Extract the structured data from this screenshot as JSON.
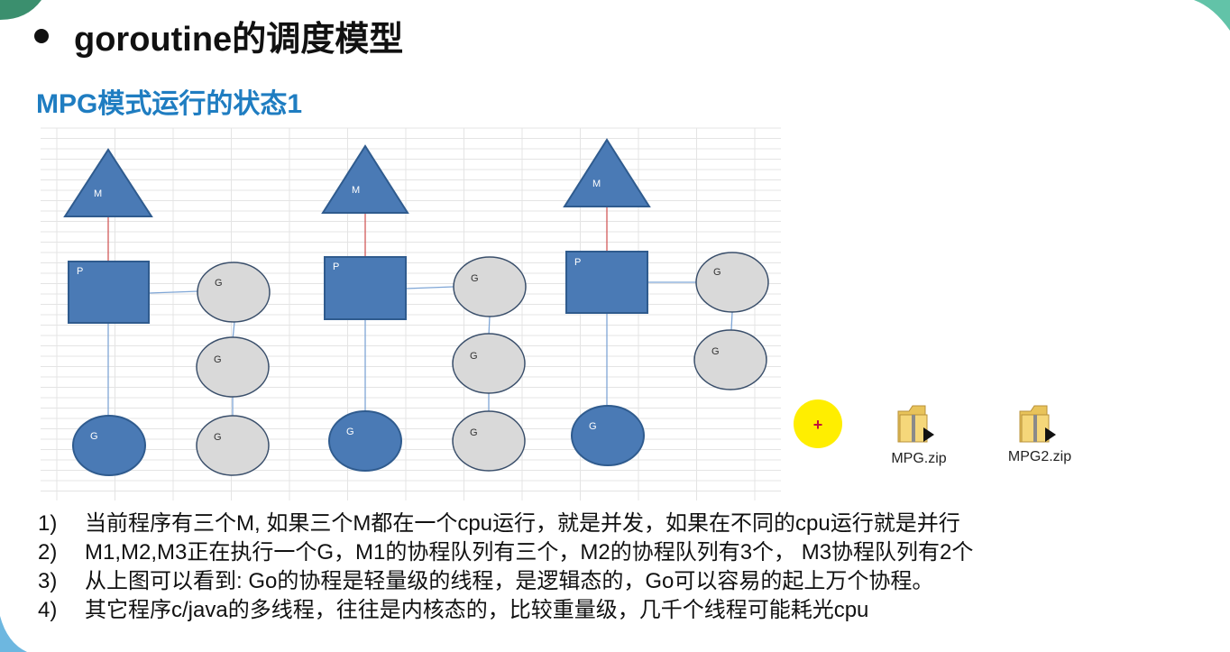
{
  "title": "goroutine的调度模型",
  "subtitle": "MPG模式运行的状态1",
  "diagram": {
    "groups": [
      {
        "m_label": "M",
        "p_label": "P",
        "running_label": "G",
        "queue": [
          "G",
          "G",
          "G"
        ]
      },
      {
        "m_label": "M",
        "p_label": "P",
        "running_label": "G",
        "queue": [
          "G",
          "G",
          "G"
        ]
      },
      {
        "m_label": "M",
        "p_label": "P",
        "running_label": "G",
        "queue": [
          "G",
          "G"
        ]
      }
    ],
    "pointer_symbol": "+"
  },
  "files": [
    {
      "name": "MPG.zip",
      "icon": "zip-folder-icon"
    },
    {
      "name": "MPG2.zip",
      "icon": "zip-folder-icon"
    }
  ],
  "notes": [
    {
      "num": "1)",
      "text": "当前程序有三个M, 如果三个M都在一个cpu运行，就是并发，如果在不同的cpu运行就是并行"
    },
    {
      "num": "2)",
      "text": "M1,M2,M3正在执行一个G，M1的协程队列有三个，M2的协程队列有3个，  M3协程队列有2个"
    },
    {
      "num": "3)",
      "text": "从上图可以看到: Go的协程是轻量级的线程，是逻辑态的，Go可以容易的起上万个协程。"
    },
    {
      "num": "4)",
      "text": "其它程序c/java的多线程，往往是内核态的，比较重量级，几千个线程可能耗光cpu"
    }
  ],
  "colors": {
    "shape_fill": "#4a7ab5",
    "shape_stroke": "#2f5b8e",
    "queue_fill": "#d9d9d9",
    "subtitle": "#1f7dc1",
    "pointer": "#ffee00"
  }
}
